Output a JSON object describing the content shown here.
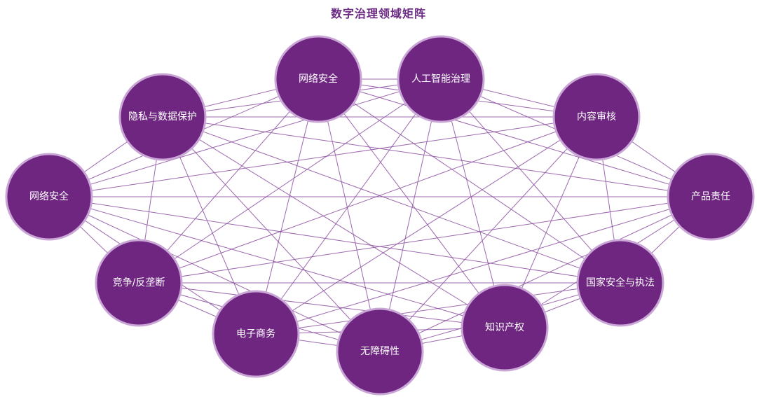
{
  "title": "数字治理领域矩阵",
  "colors": {
    "node_fill": "#6e2680",
    "node_stroke": "#c9a6d6",
    "edge": "#8b4fa0",
    "title": "#6b2a84"
  },
  "diagram": {
    "type": "complete-graph",
    "nodes": [
      {
        "id": "n1",
        "label": "网络安全"
      },
      {
        "id": "n2",
        "label": "人工智能治理"
      },
      {
        "id": "n3",
        "label": "内容审核"
      },
      {
        "id": "n4",
        "label": "产品责任"
      },
      {
        "id": "n5",
        "label": "国家安全与执法"
      },
      {
        "id": "n6",
        "label": "知识产权"
      },
      {
        "id": "n7",
        "label": "无障碍性"
      },
      {
        "id": "n8",
        "label": "电子商务"
      },
      {
        "id": "n9",
        "label": "竞争/反垄断"
      },
      {
        "id": "n10",
        "label": "网络安全"
      },
      {
        "id": "n11",
        "label": "隐私与数据保护"
      }
    ]
  }
}
